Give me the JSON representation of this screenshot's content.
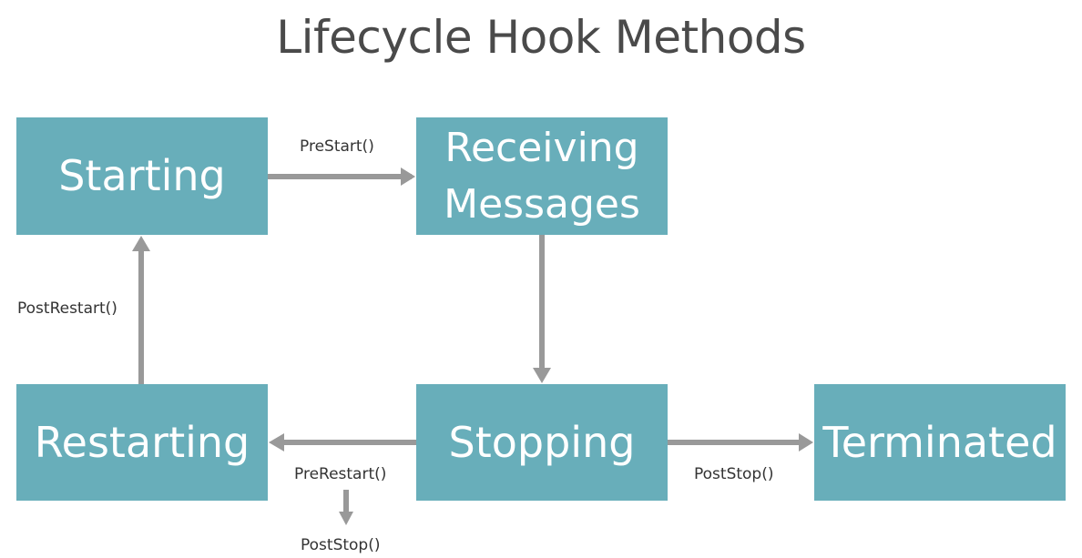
{
  "title": "Lifecycle Hook Methods",
  "colors": {
    "node": "#68aeba",
    "arrow": "#999999",
    "title": "#4a4a4a"
  },
  "nodes": {
    "starting": "Starting",
    "receiving": "Receiving\nMessages",
    "restarting": "Restarting",
    "stopping": "Stopping",
    "terminated": "Terminated"
  },
  "edges": {
    "prestart": "PreStart()",
    "postrestart": "PostRestart()",
    "prerestart": "PreRestart()",
    "poststop_restart": "PostStop()",
    "poststop_terminate": "PostStop()"
  }
}
